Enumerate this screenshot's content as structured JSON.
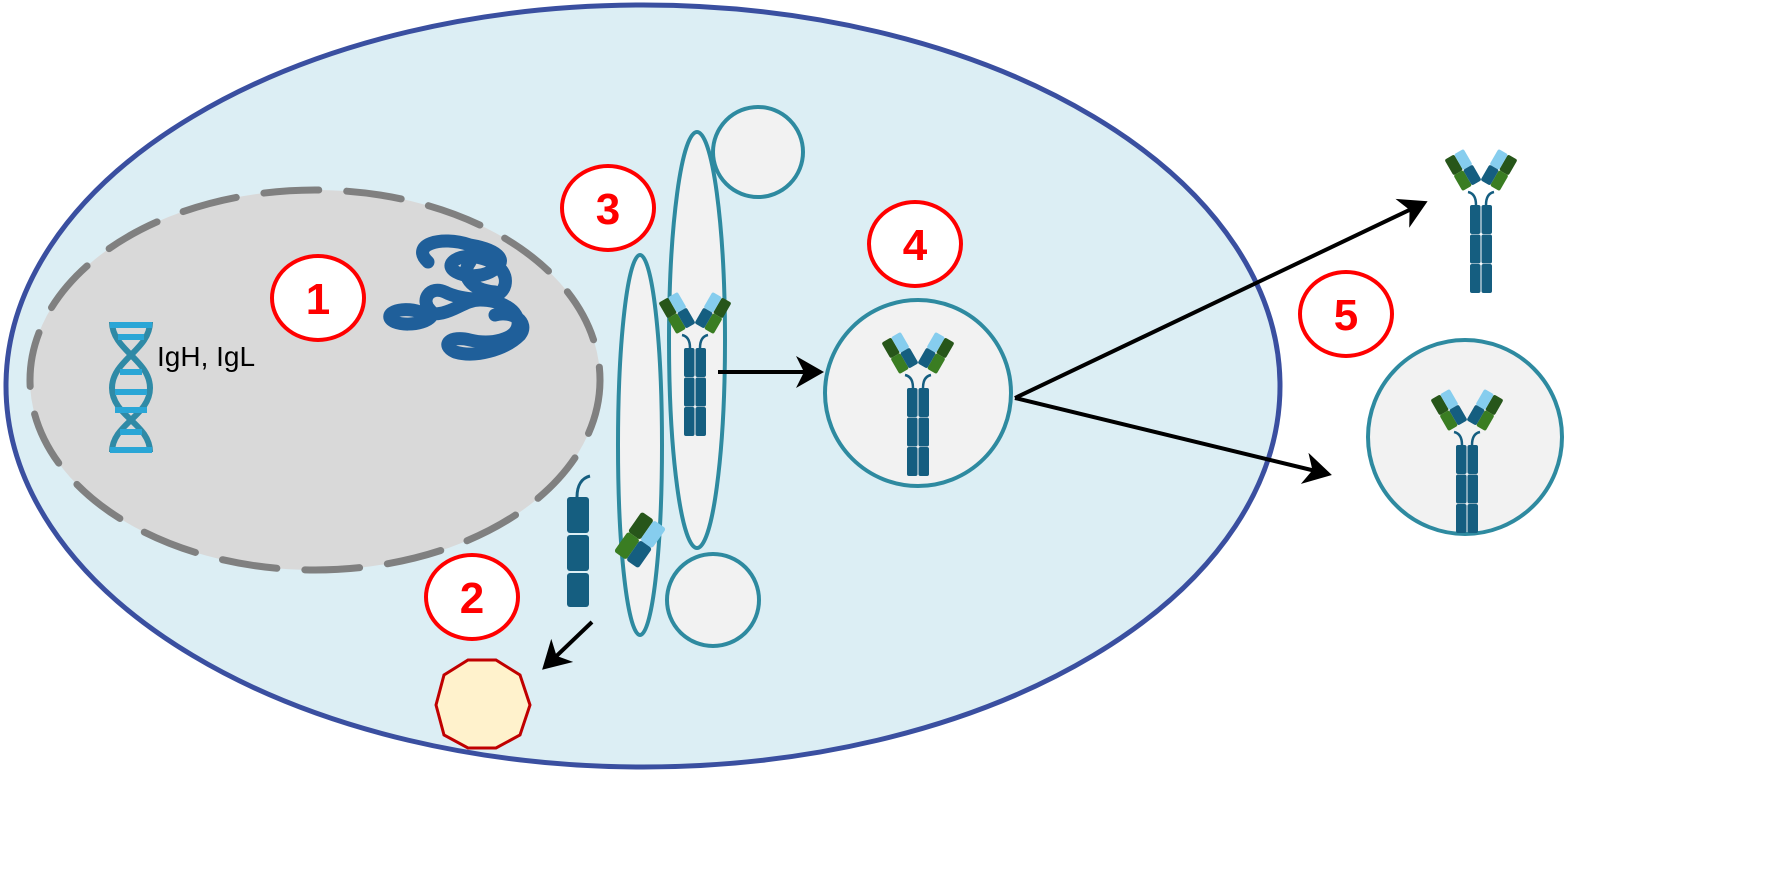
{
  "labels": {
    "genes": "IgH, IgL"
  },
  "steps": [
    "1",
    "2",
    "3",
    "4",
    "5"
  ],
  "colors": {
    "cell_fill": "#dceef4",
    "cell_border": "#3a4fa0",
    "nucleus_fill": "#d9d9d9",
    "nucleus_border": "#808080",
    "step_circle": "#ff0000",
    "vesicle_border": "#2e8aa0",
    "heavy_chain": "#155e80",
    "light_blue": "#86cdee",
    "dark_green": "#27561a",
    "green": "#3a7d22",
    "degradation_fill": "#fff2cc",
    "degradation_border": "#c00000"
  }
}
